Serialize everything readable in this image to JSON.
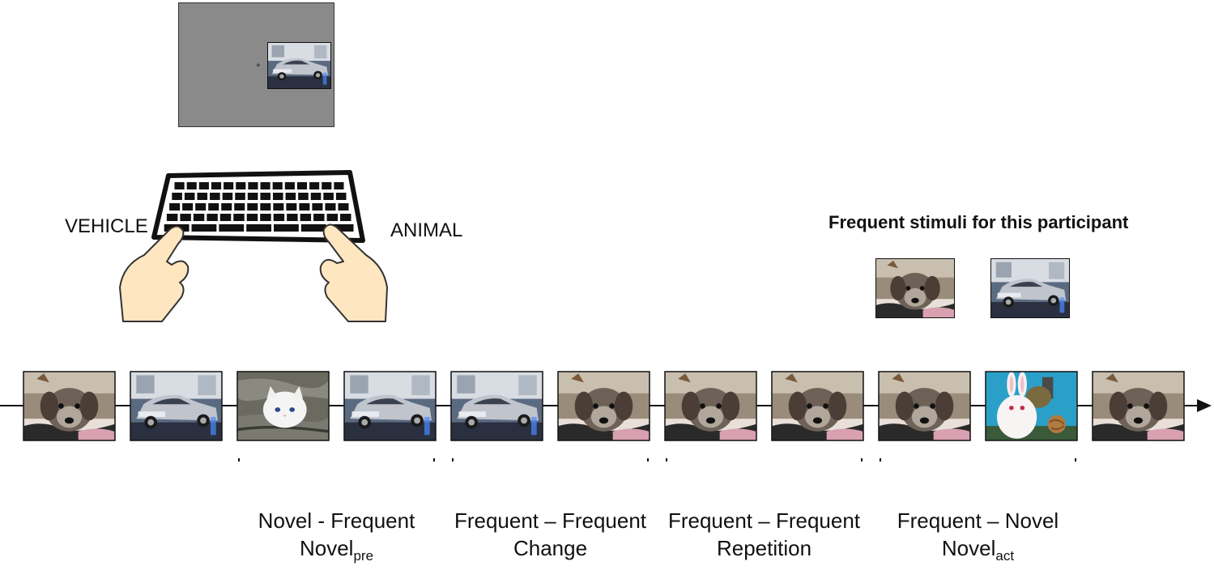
{
  "response_labels": {
    "left": "VEHICLE",
    "right": "ANIMAL"
  },
  "frequent_title": "Frequent stimuli for this participant",
  "frequent_stimuli": [
    "dog",
    "car"
  ],
  "sequence": [
    "dog",
    "car",
    "cat",
    "car",
    "car",
    "dog",
    "dog",
    "dog",
    "dog",
    "rabbit",
    "dog"
  ],
  "conditions": [
    {
      "line1": "Novel - Frequent",
      "line2_main": "Novel",
      "line2_sub": "pre"
    },
    {
      "line1": "Frequent – Frequent",
      "line2_main": "Change",
      "line2_sub": ""
    },
    {
      "line1": "Frequent – Frequent",
      "line2_main": "Repetition",
      "line2_sub": ""
    },
    {
      "line1": "Frequent – Novel",
      "line2_main": "Novel",
      "line2_sub": "act"
    }
  ],
  "colors": {
    "screen_gray": "#8a8a8a",
    "hand_fill": "#fde6c0",
    "line": "#111111"
  }
}
